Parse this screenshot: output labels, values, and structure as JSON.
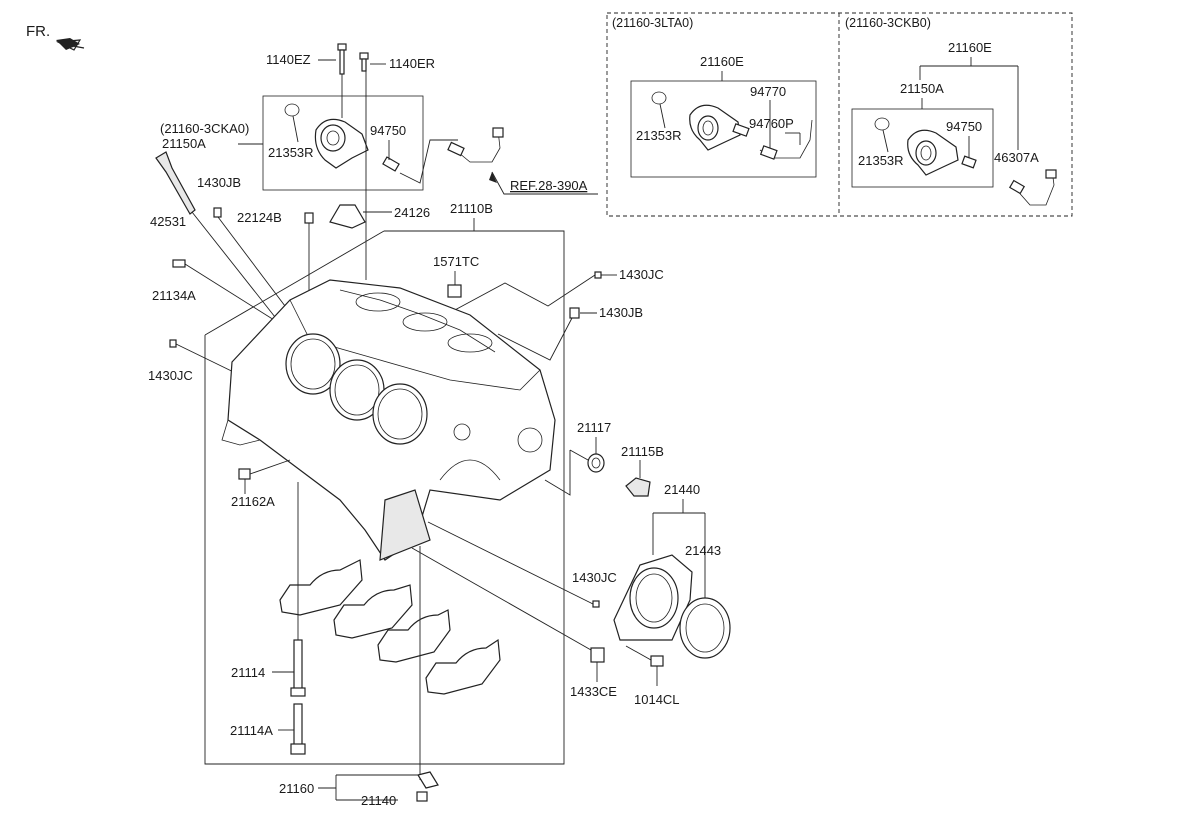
{
  "header": {
    "orientation_label": "FR."
  },
  "variants": {
    "left": {
      "code": "(21160-3LTA0)"
    },
    "right": {
      "code": "(21160-3CKB0)"
    },
    "main": {
      "code": "(21160-3CKA0)"
    }
  },
  "reference": {
    "label": "REF.28-390A"
  },
  "parts": {
    "p1140EZ": "1140EZ",
    "p1140ER": "1140ER",
    "p21150A_main": "21150A",
    "p21353R_main": "21353R",
    "p94750_main": "94750",
    "p1430JB_top": "1430JB",
    "p42531": "42531",
    "p22124B": "22124B",
    "p24126": "24126",
    "p21110B": "21110B",
    "p1571TC": "1571TC",
    "p1430JC_top": "1430JC",
    "p1430JB_right": "1430JB",
    "p21134A": "21134A",
    "p1430JC_left": "1430JC",
    "p21117": "21117",
    "p21115B": "21115B",
    "p21440": "21440",
    "p21443": "21443",
    "p21162A": "21162A",
    "p1430JC_bottom": "1430JC",
    "p21114": "21114",
    "p21114A": "21114A",
    "p1433CE": "1433CE",
    "p1014CL": "1014CL",
    "p21160": "21160",
    "p21140": "21140",
    "p21160E_l": "21160E",
    "p94770_l": "94770",
    "p21353R_l": "21353R",
    "p94760P_l": "94760P",
    "p21160E_r": "21160E",
    "p21150A_r": "21150A",
    "p94750_r": "94750",
    "p21353R_r": "21353R",
    "p46307A_r": "46307A"
  }
}
